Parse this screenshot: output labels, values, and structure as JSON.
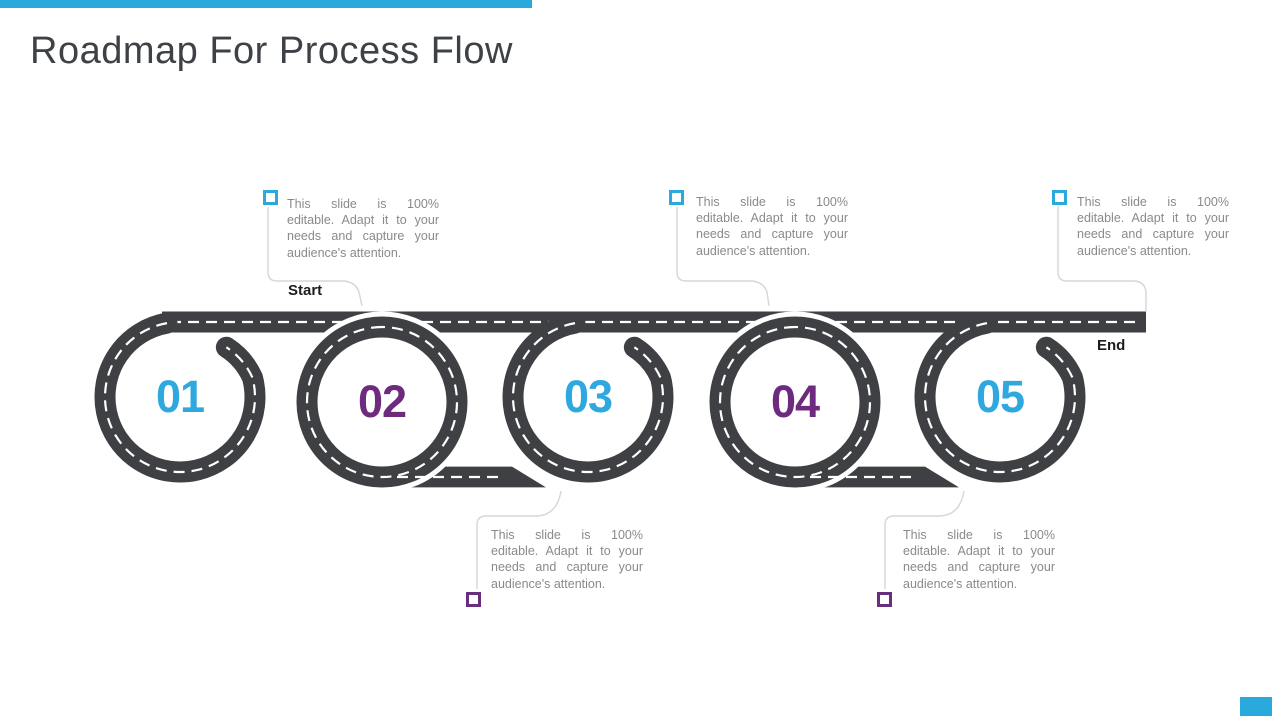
{
  "slide": {
    "title": "Roadmap For Process Flow"
  },
  "labels": {
    "start": "Start",
    "end": "End"
  },
  "steps": [
    {
      "number": "01",
      "color": "#2fa8df"
    },
    {
      "number": "02",
      "color": "#6e2a7e"
    },
    {
      "number": "03",
      "color": "#2fa8df"
    },
    {
      "number": "04",
      "color": "#6e2a7e"
    },
    {
      "number": "05",
      "color": "#2fa8df"
    }
  ],
  "callouts": [
    {
      "position": "top-1",
      "marker_color": "#2aa9dc",
      "lines": [
        "This slide is 100%",
        "editable. Adapt it to your",
        "needs and capture your",
        "audience's attention."
      ]
    },
    {
      "position": "bottom-2",
      "marker_color": "#6b2d7e",
      "lines": [
        "This slide is 100%",
        "editable. Adapt it to your",
        "needs and capture your",
        "audience's attention."
      ]
    },
    {
      "position": "top-3",
      "marker_color": "#2aa9dc",
      "lines": [
        "This slide is 100%",
        "editable. Adapt it to your",
        "needs and capture your",
        "audience's attention."
      ]
    },
    {
      "position": "bottom-4",
      "marker_color": "#6b2d7e",
      "lines": [
        "This slide is 100%",
        "editable. Adapt it to your",
        "needs and capture your",
        "audience's attention."
      ]
    },
    {
      "position": "top-5",
      "marker_color": "#2aa9dc",
      "lines": [
        "This slide is 100%",
        "editable. Adapt it to your",
        "needs and capture your",
        "audience's attention."
      ]
    }
  ],
  "colors": {
    "accent_blue": "#2aa9dc",
    "number_blue": "#2fa8df",
    "number_purple": "#6e2a7e",
    "square_purple": "#6b2d7e",
    "road": "#3f4043",
    "text_gray": "#8a8a8a",
    "leader": "#d6d6d6",
    "title_color": "#3e4247",
    "label_dark": "#1d1d1d"
  }
}
